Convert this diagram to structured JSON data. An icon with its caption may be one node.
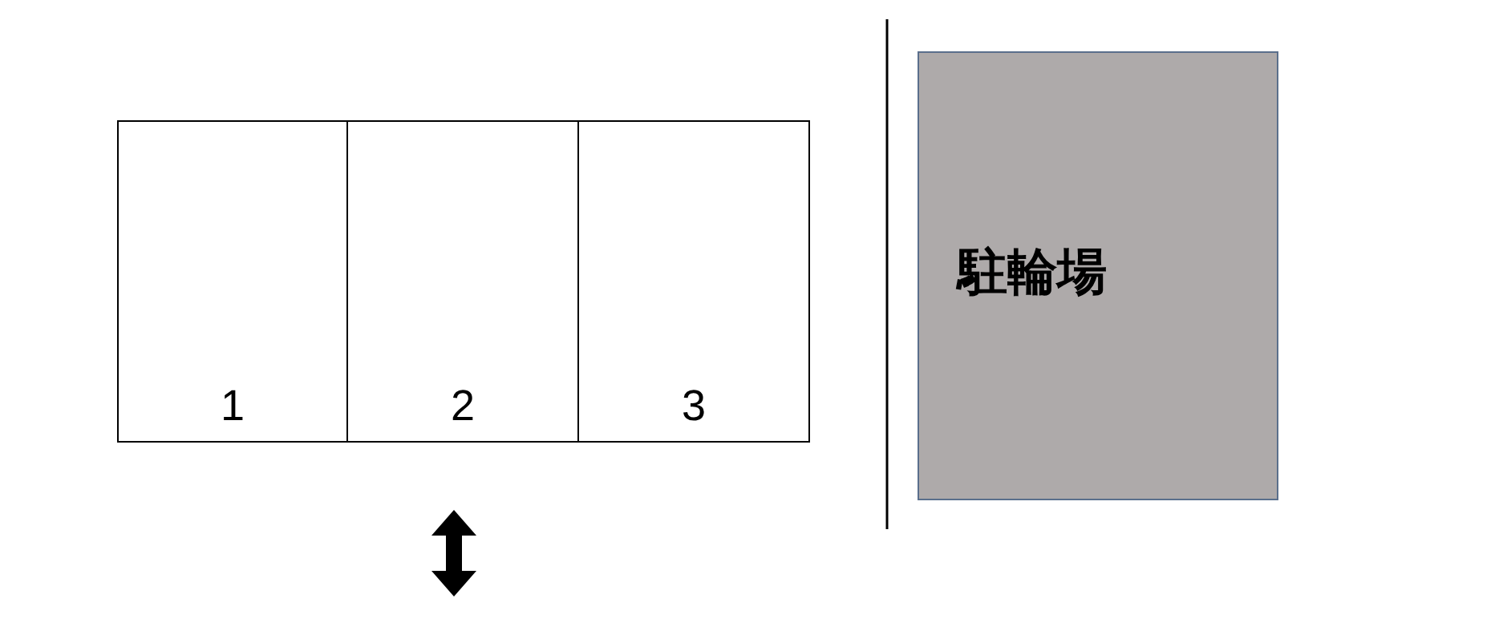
{
  "diagram": {
    "nodes": [
      {
        "text": [
          "1"
        ]
      },
      {
        "text": [
          "2"
        ]
      },
      {
        "text": [
          "3"
        ]
      },
      {
        "text": [
          "駐輪場"
        ]
      }
    ]
  }
}
